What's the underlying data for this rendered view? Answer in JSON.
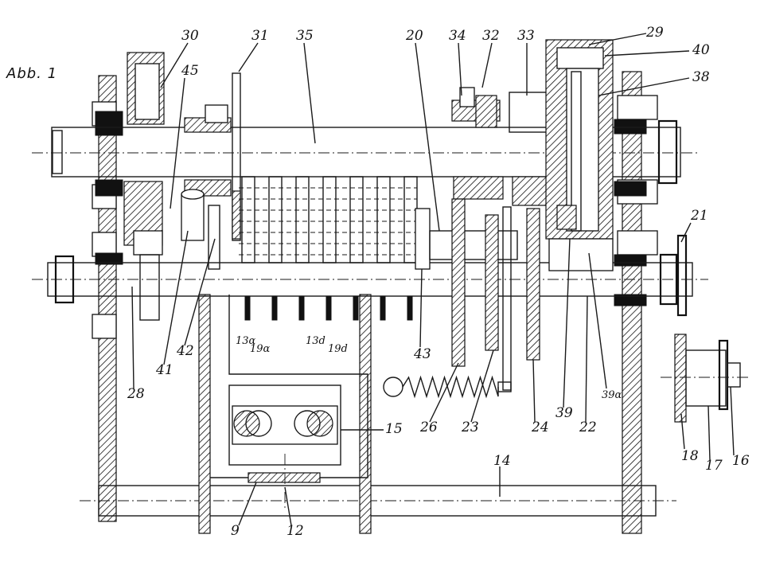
{
  "figure": {
    "title": "Abb. 1"
  },
  "labels": [
    {
      "id": "30",
      "text": "30"
    },
    {
      "id": "31",
      "text": "31"
    },
    {
      "id": "35",
      "text": "35"
    },
    {
      "id": "45",
      "text": "45"
    },
    {
      "id": "20",
      "text": "20"
    },
    {
      "id": "34",
      "text": "34"
    },
    {
      "id": "32",
      "text": "32"
    },
    {
      "id": "33",
      "text": "33"
    },
    {
      "id": "29",
      "text": "29"
    },
    {
      "id": "40",
      "text": "40"
    },
    {
      "id": "38",
      "text": "38"
    },
    {
      "id": "21",
      "text": "21"
    },
    {
      "id": "28",
      "text": "28"
    },
    {
      "id": "41",
      "text": "41"
    },
    {
      "id": "42",
      "text": "42"
    },
    {
      "id": "13a",
      "text": "13α"
    },
    {
      "id": "19a",
      "text": "19α"
    },
    {
      "id": "13d",
      "text": "13d"
    },
    {
      "id": "19d",
      "text": "19d"
    },
    {
      "id": "43",
      "text": "43"
    },
    {
      "id": "26",
      "text": "26"
    },
    {
      "id": "23",
      "text": "23"
    },
    {
      "id": "24",
      "text": "24"
    },
    {
      "id": "39",
      "text": "39"
    },
    {
      "id": "39a",
      "text": "39α"
    },
    {
      "id": "22",
      "text": "22"
    },
    {
      "id": "15",
      "text": "15"
    },
    {
      "id": "14",
      "text": "14"
    },
    {
      "id": "18",
      "text": "18"
    },
    {
      "id": "17",
      "text": "17"
    },
    {
      "id": "16",
      "text": "16"
    },
    {
      "id": "9",
      "text": "9"
    },
    {
      "id": "12",
      "text": "12"
    }
  ]
}
